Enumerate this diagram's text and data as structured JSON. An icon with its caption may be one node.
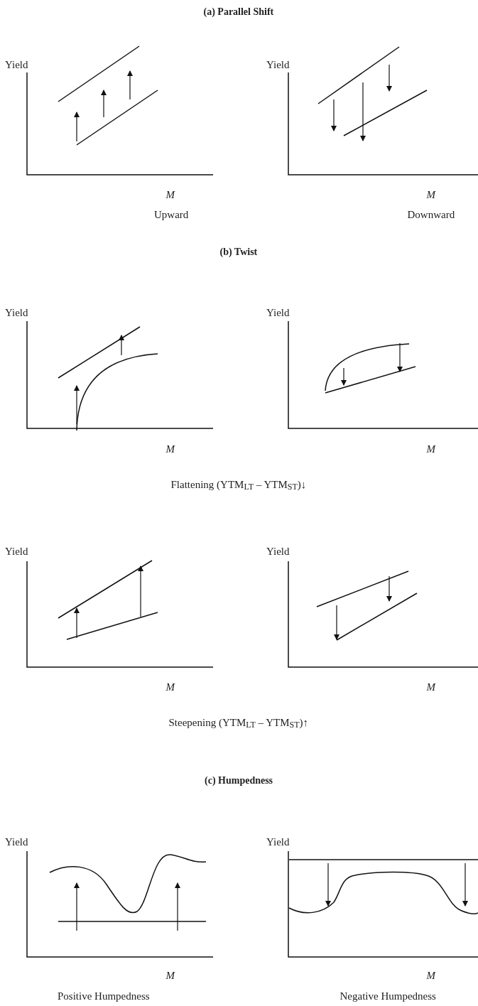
{
  "diagram": {
    "labels": [
      "(a) Parallel Shift",
      "Yield",
      "Yield",
      "M",
      "M",
      "Upward",
      "Downward",
      "(b) Twist",
      "Yield",
      "Yield",
      "M",
      "M",
      "Flattening (YTM$_{LT}$ – YTM$_{ST}$)↓",
      "Yield",
      "Yield",
      "M",
      "M",
      "Steepening (YTM$_{LT}$ – YTM$_{ST}$)↑",
      "(c) Humpedness",
      "Yield",
      "Yield",
      "M",
      "M",
      "Positive Humpedness",
      "Negative Humpedness"
    ]
  }
}
